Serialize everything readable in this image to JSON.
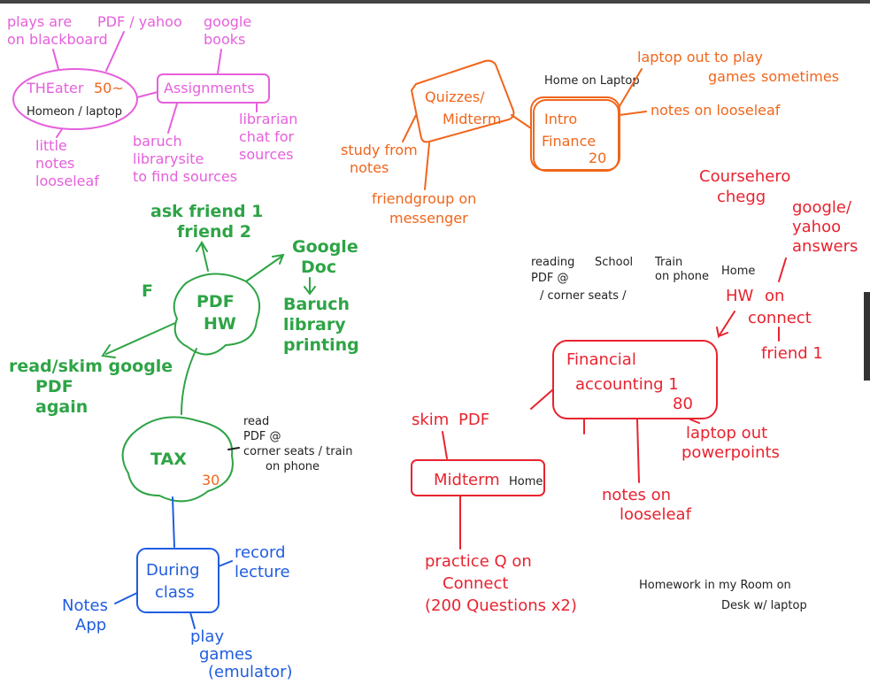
{
  "colors": {
    "pink": "#e660dc",
    "orange": "#f0661c",
    "green": "#2ea446",
    "red": "#e8232f",
    "blue": "#1f5de0",
    "ink": "#222222"
  },
  "theater": {
    "center": "THEater",
    "count": "50~",
    "location_home": "Home",
    "location_laptop": "on / laptop",
    "branch_blackboard_1": "plays are",
    "branch_blackboard_2": "on blackboard",
    "branch_pdf": "PDF / yahoo",
    "branch_notes_1": "little",
    "branch_notes_2": "notes",
    "branch_notes_3": "looseleaf"
  },
  "assignments": {
    "center": "Assignments",
    "branch_google_1": "google",
    "branch_google_2": "books",
    "branch_librarian_1": "librarian",
    "branch_librarian_2": "chat for",
    "branch_librarian_3": "sources",
    "branch_baruch_1": "baruch",
    "branch_baruch_2": "librarysite",
    "branch_baruch_3": "to find sources"
  },
  "pdf_hw": {
    "center_1": "PDF",
    "center_2": "HW",
    "branch_friend_1": "ask friend 1",
    "branch_friend_2": "friend 2",
    "branch_doc_1": "Google",
    "branch_doc_2": "Doc",
    "branch_print_1": "Baruch",
    "branch_print_2": "library",
    "branch_print_3": "printing",
    "branch_reread_1": "read/skim google",
    "branch_reread_2": "PDF",
    "branch_reread_3": "again",
    "branch_f": "F"
  },
  "tax": {
    "center": "TAX",
    "count": "30",
    "note_1": "read",
    "note_2": "PDF @",
    "note_3": "corner seats / train",
    "note_4": "on phone"
  },
  "during_class": {
    "center_1": "During",
    "center_2": "class",
    "branch_record_1": "record",
    "branch_record_2": "lecture",
    "branch_notes_1": "Notes",
    "branch_notes_2": "App",
    "branch_games_1": "play",
    "branch_games_2": "games",
    "branch_games_3": "(emulator)"
  },
  "quizzes": {
    "center_1": "Quizzes/",
    "center_2": "Midterm",
    "branch_study_1": "study from",
    "branch_study_2": "notes",
    "branch_group_1": "friendgroup on",
    "branch_group_2": "messenger"
  },
  "intro_finance": {
    "center_1": "Intro",
    "center_2": "Finance",
    "count": "20",
    "location": "Home on Laptop",
    "branch_laptop_1": "laptop out to play",
    "branch_laptop_2": "games",
    "branch_laptop_3": "sometimes",
    "branch_notes": "notes on looseleaf"
  },
  "financial_accounting": {
    "center_1": "Financial",
    "center_2": "accounting 1",
    "count": "80",
    "reading_1": "reading",
    "reading_2": "PDF @",
    "reading_3": "School",
    "reading_4": "/ corner seats /",
    "reading_5": "Train",
    "reading_6": "on phone",
    "home": "Home",
    "hw_1": "HW",
    "hw_2": "on",
    "hw_3": "connect",
    "coursehero_1": "Coursehero",
    "coursehero_2": "chegg",
    "google_1": "google/",
    "google_2": "yahoo",
    "google_3": "answers",
    "friend": "friend 1",
    "laptop_1": "laptop out",
    "laptop_2": "powerpoints",
    "notes_1": "notes on",
    "notes_2": "looseleaf"
  },
  "midterm": {
    "center": "Midterm",
    "location": "Home",
    "branch_skim_1": "skim",
    "branch_skim_2": "PDF",
    "branch_practice_1": "practice Q on",
    "branch_practice_2": "Connect",
    "branch_practice_3": "(200 Questions x2)"
  },
  "footnote": {
    "line_1": "Homework in my Room on",
    "line_2": "Desk w/ laptop"
  }
}
